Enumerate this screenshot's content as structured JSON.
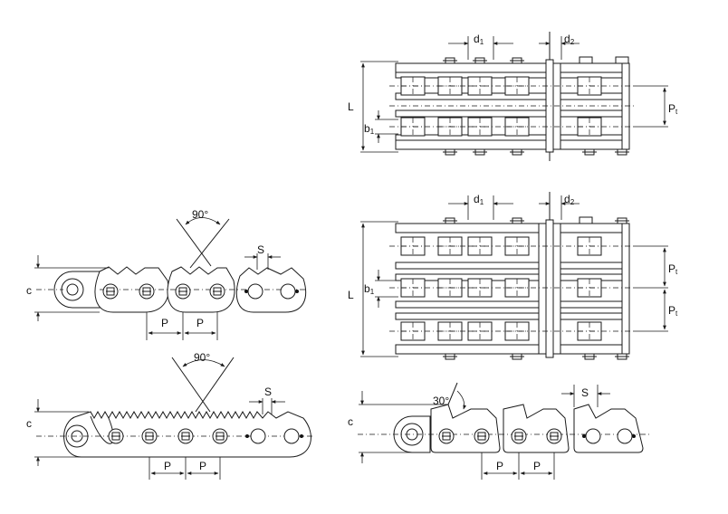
{
  "labels": {
    "d1": "d",
    "d1_sub": "1",
    "d2": "d",
    "d2_sub": "2",
    "L": "L",
    "b1": "b",
    "b1_sub": "1",
    "Pt": "P",
    "Pt_sub": "t",
    "P": "P",
    "c": "c",
    "S": "S",
    "angle90": "90°",
    "angle30": "30°"
  }
}
